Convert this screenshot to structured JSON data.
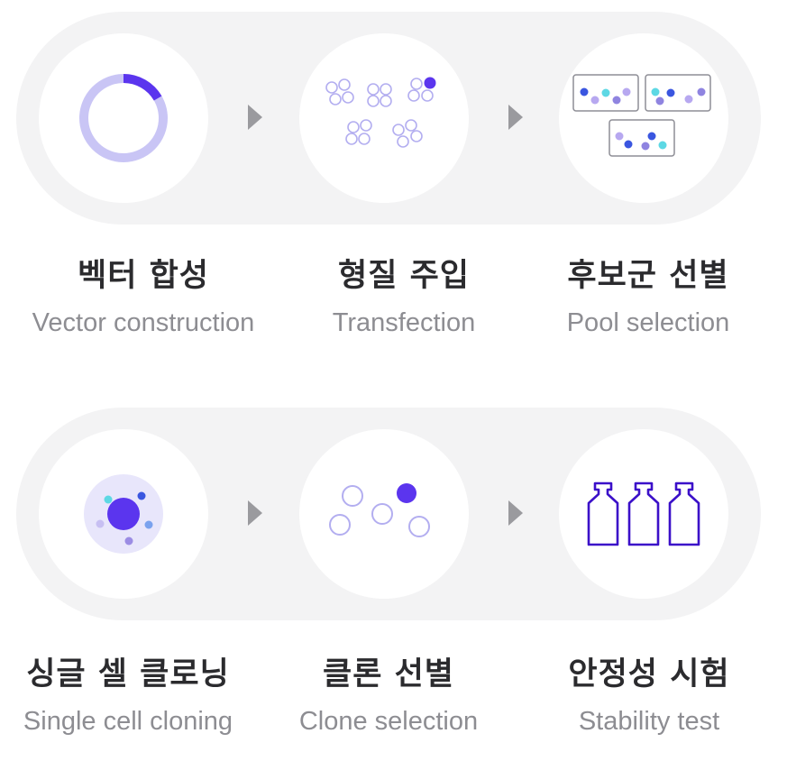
{
  "steps_row1": [
    {
      "ko": "벡터 합성",
      "en": "Vector construction",
      "icon": "ring-progress-icon"
    },
    {
      "ko": "형질 주입",
      "en": "Transfection",
      "icon": "cell-cluster-icon"
    },
    {
      "ko": "후보군 선별",
      "en": "Pool selection",
      "icon": "pool-dishes-icon"
    }
  ],
  "steps_row2": [
    {
      "ko": "싱글 셀 클로닝",
      "en": "Single cell cloning",
      "icon": "single-cell-icon"
    },
    {
      "ko": "클론 선별",
      "en": "Clone selection",
      "icon": "clone-cells-icon"
    },
    {
      "ko": "안정성 시험",
      "en": "Stability test",
      "icon": "vials-icon"
    }
  ],
  "colors": {
    "accent": "#5b35ee",
    "light_purple": "#c9c5f5",
    "band": "#f3f3f4",
    "arrow": "#9a9a9e",
    "dark_purple": "#3b10c9"
  }
}
